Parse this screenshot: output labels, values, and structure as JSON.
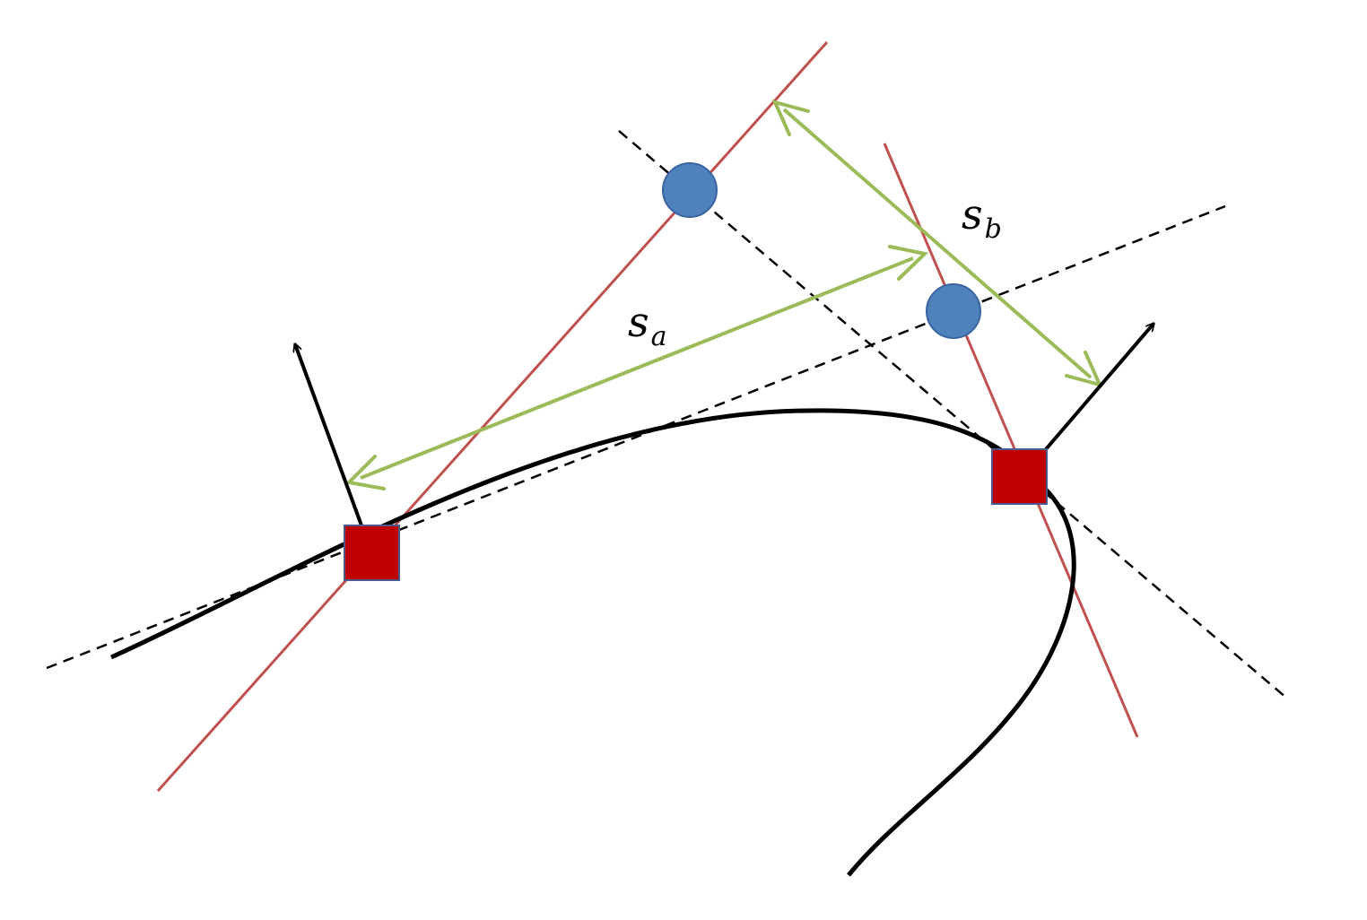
{
  "labels": {
    "sa": {
      "base": "s",
      "sub": "a"
    },
    "sb": {
      "base": "s",
      "sub": "b"
    }
  },
  "colors": {
    "curve": "#000000",
    "tangent_dashed": "#000000",
    "red_line": "#c0504d",
    "arrow_green": "#9bbb59",
    "square_fill": "#c00000",
    "square_stroke": "#4a5a8c",
    "circle_fill": "#4f81bd",
    "circle_stroke": "#3a64a0",
    "normal_arrow": "#000000"
  }
}
